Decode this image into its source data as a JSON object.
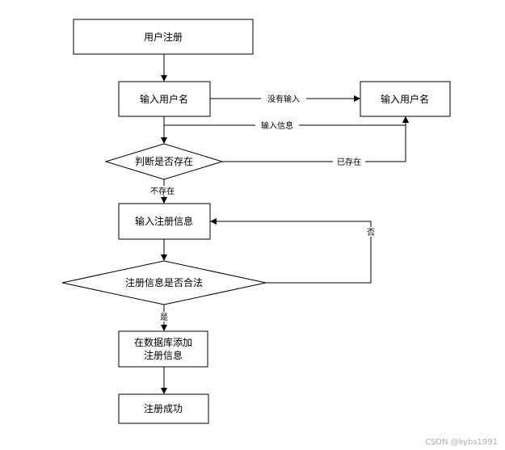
{
  "diagram": {
    "nodes": {
      "user_register": "用户注册",
      "input_username": "输入用户名",
      "input_username_right": "输入用户名",
      "check_exists": "判断是否存在",
      "input_register_info": "输入注册信息",
      "check_valid": "注册信息是否合法",
      "add_to_db_line1": "在数据库添加",
      "add_to_db_line2": "注册信息",
      "register_success": "注册成功"
    },
    "edges": {
      "no_input": "没有输入",
      "input_info": "输入信息",
      "exists": "已存在",
      "not_exists": "不存在",
      "no": "否",
      "yes": "是"
    }
  },
  "watermark": "CSDN @kybs1991",
  "colors": {
    "stroke": "#000000",
    "background": "#ffffff",
    "watermark": "#b0b0b0"
  }
}
